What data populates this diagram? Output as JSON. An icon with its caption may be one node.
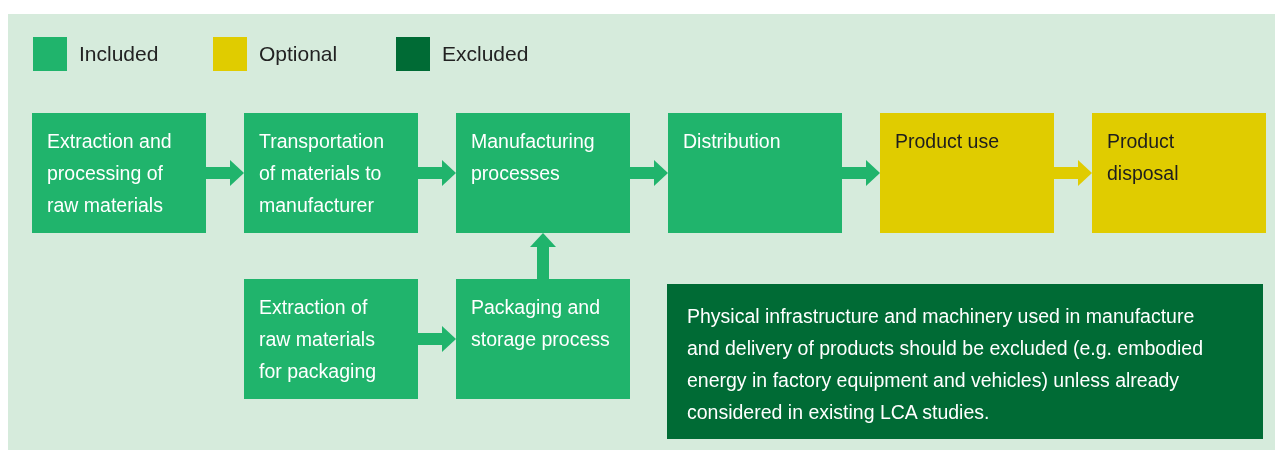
{
  "diagram": {
    "nodes": [
      {
        "text": [
          "Extraction and processing of raw materials"
        ]
      },
      {
        "text": [
          "Transportation of materials to manufacturer"
        ]
      },
      {
        "text": [
          "Manufacturing processes"
        ]
      },
      {
        "text": [
          "Distribution"
        ]
      },
      {
        "text": [
          "Product use"
        ]
      },
      {
        "text": [
          "Product disposal"
        ]
      },
      {
        "text": [
          "Extraction of raw materials for packaging"
        ]
      },
      {
        "text": [
          "Packaging and storage process"
        ]
      },
      {
        "text": [
          "Physical infrastructure and machinery used in manufacture and delivery of products should be excluded (e.g. embodied energy in factory equipment and vehicles) unless already considered in existing LCA studies."
        ]
      }
    ],
    "edges": [
      {
        "from": 0,
        "to": 1,
        "arrow": "to"
      },
      {
        "from": 1,
        "to": 2,
        "arrow": "to"
      },
      {
        "from": 2,
        "to": 3,
        "arrow": "to"
      },
      {
        "from": 3,
        "to": 4,
        "arrow": "to"
      },
      {
        "from": 4,
        "to": 5,
        "arrow": "to",
        "color": "#e0cc00"
      },
      {
        "from": 6,
        "to": 7,
        "arrow": "to"
      },
      {
        "from": 7,
        "to": 2,
        "arrow": "to"
      }
    ],
    "legend": [
      {
        "text": "Included",
        "color": "#20b46c"
      },
      {
        "text": "Optional",
        "color": "#e0cc00"
      },
      {
        "text": "Excluded",
        "color": "#006b35"
      }
    ]
  }
}
